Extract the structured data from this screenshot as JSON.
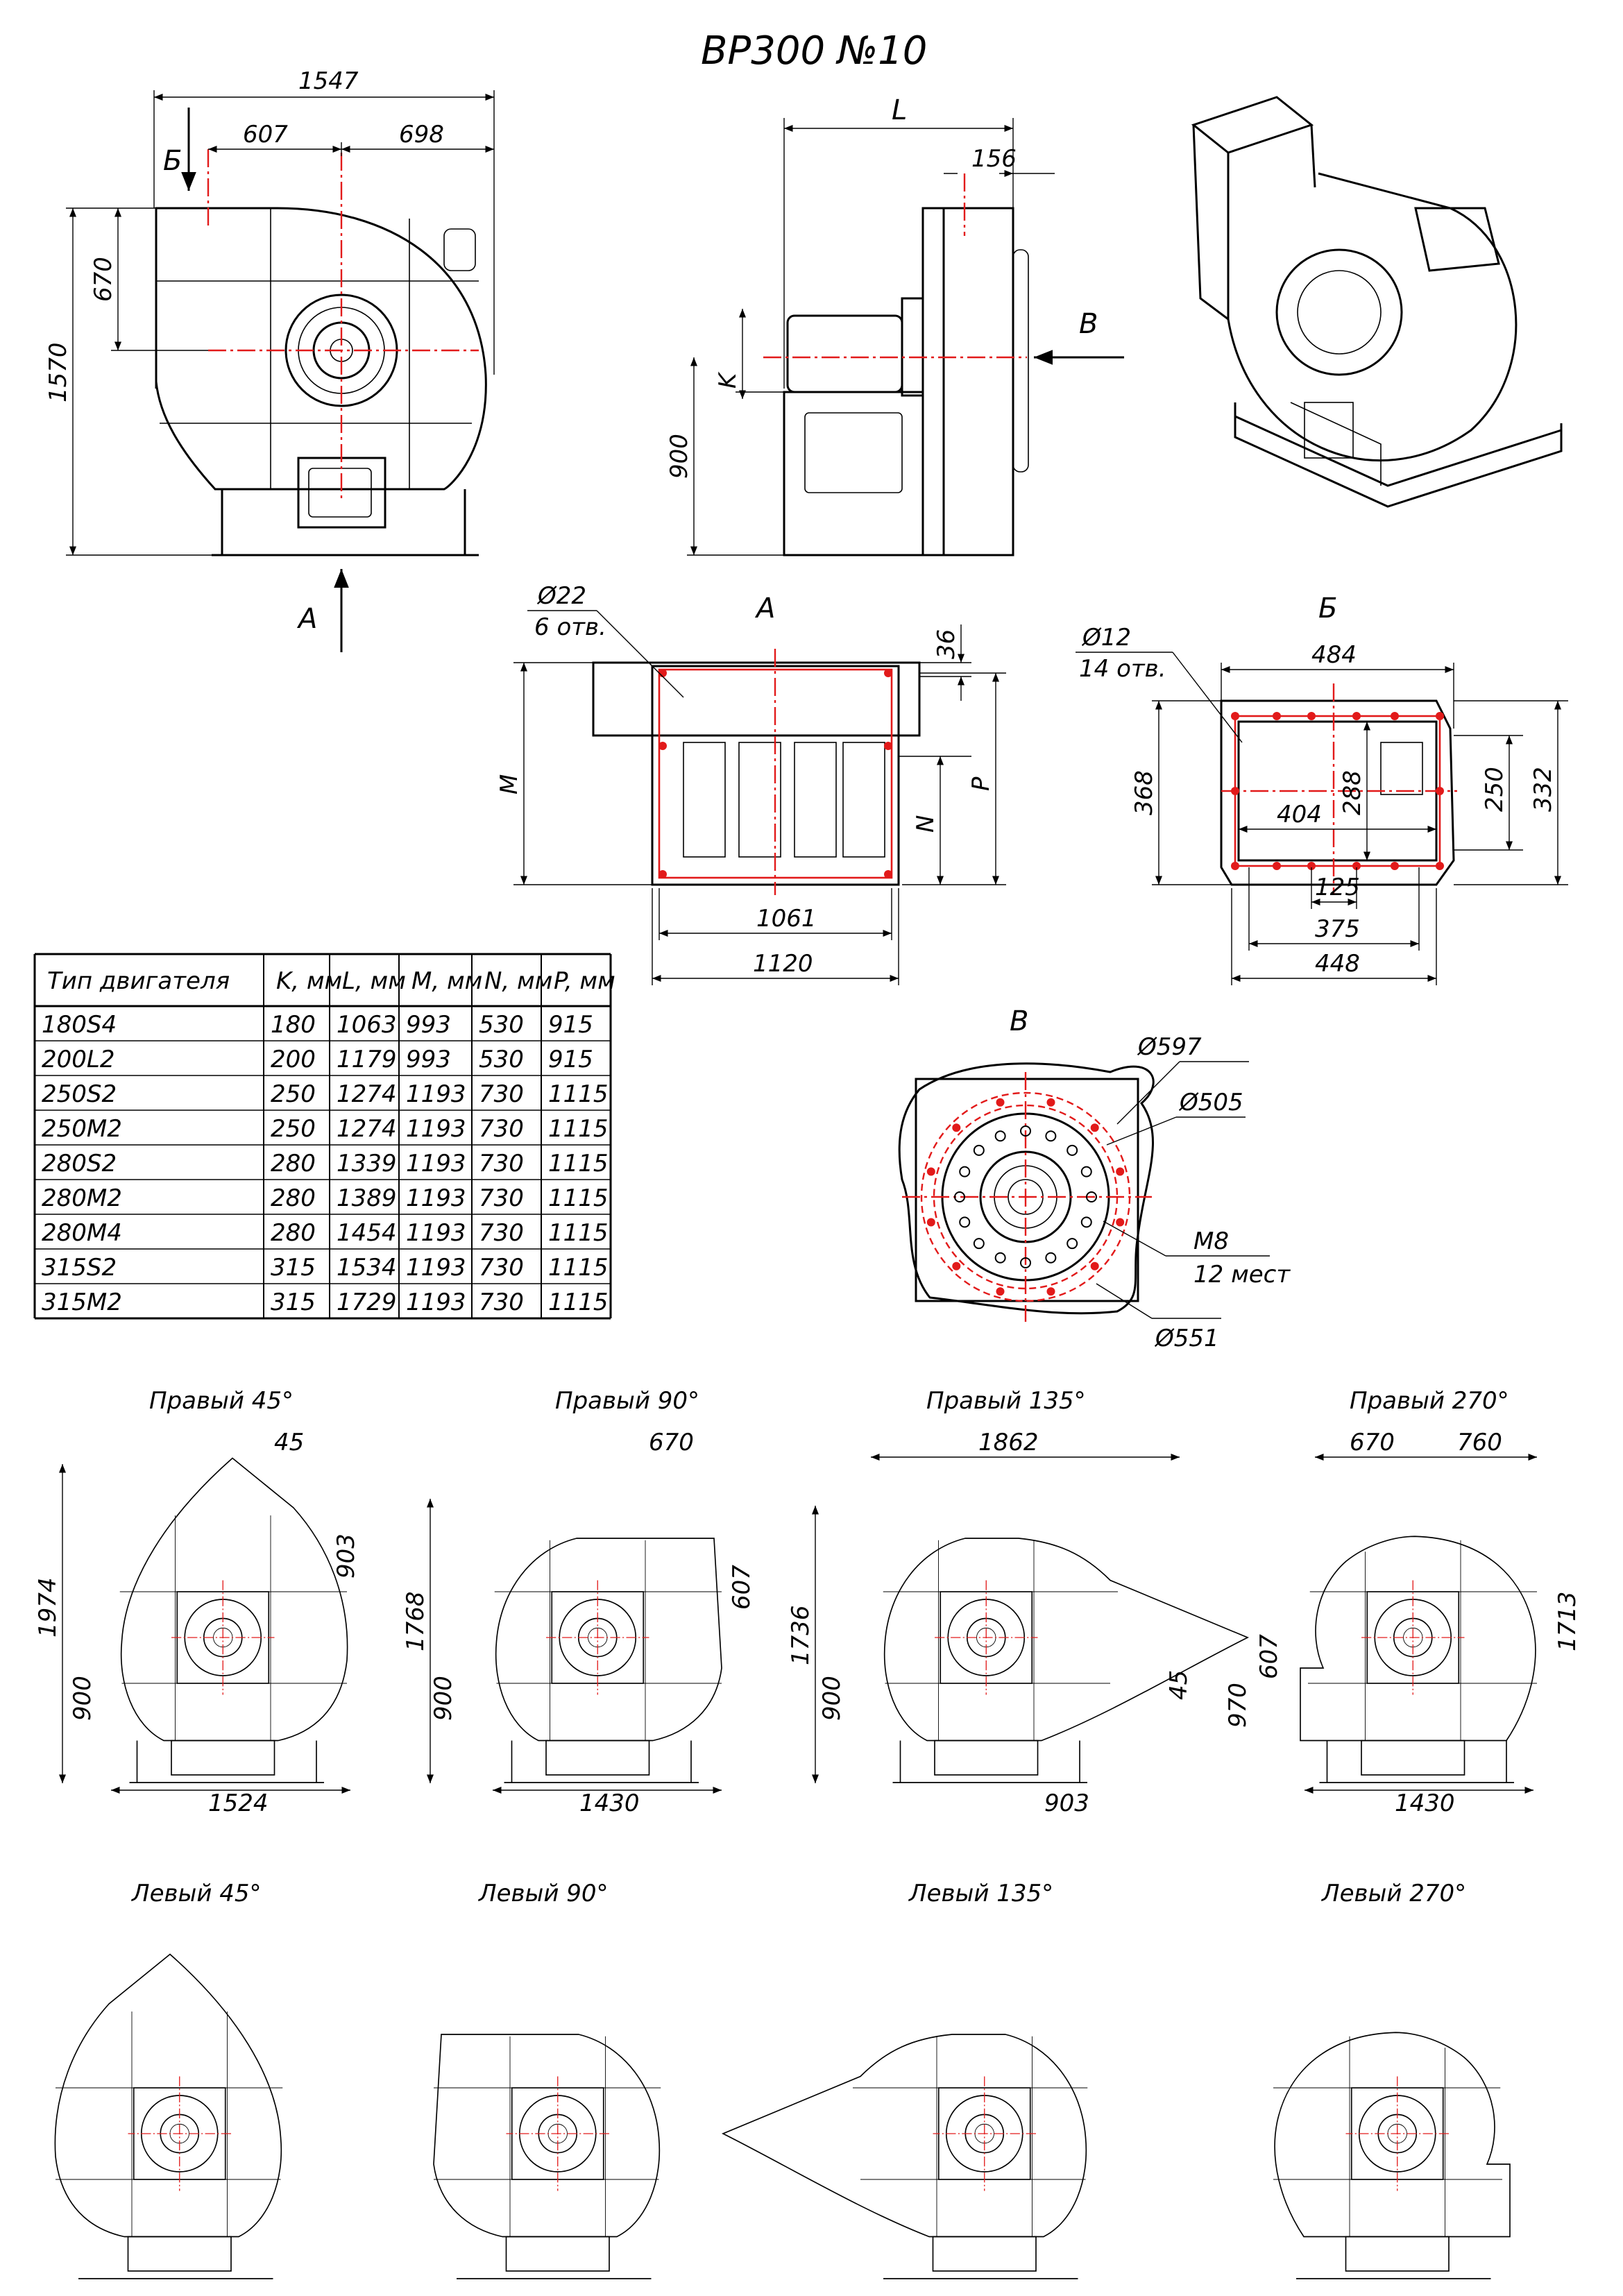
{
  "title": "ВР300 №10",
  "main_views": {
    "front": {
      "overall_width": "1547",
      "left_offset": "607",
      "right_offset": "698",
      "height": "1570",
      "inlet_height": "670",
      "arrow_b": "Б",
      "arrow_a": "А"
    },
    "side": {
      "length": "L",
      "flange": "156",
      "shaft_height": "900",
      "k": "K",
      "arrow_v": "В"
    }
  },
  "view_a": {
    "label": "А",
    "holes": "Ø22",
    "holes_count": "6 отв.",
    "dim_36": "36",
    "dim_m": "M",
    "dim_n": "N",
    "dim_p": "P",
    "dim_inner": "1061",
    "dim_outer": "1120"
  },
  "view_b": {
    "label": "Б",
    "holes": "Ø12",
    "holes_count": "14 отв.",
    "w_outer": "484",
    "w_inner": "404",
    "h_outer": "368",
    "h_inner": "288",
    "h_right1": "250",
    "h_right2": "332",
    "dim_125": "125",
    "dim_375": "375",
    "dim_448": "448"
  },
  "view_v": {
    "label": "В",
    "d1": "Ø597",
    "d2": "Ø505",
    "d3": "Ø551",
    "bolt": "M8",
    "bolt_count": "12 мест"
  },
  "motor_table": {
    "headers": [
      "Тип двигателя",
      "K, мм",
      "L, мм",
      "M, мм",
      "N, мм",
      "P, мм"
    ],
    "rows": [
      [
        "180S4",
        "180",
        "1063",
        "993",
        "530",
        "915"
      ],
      [
        "200L2",
        "200",
        "1179",
        "993",
        "530",
        "915"
      ],
      [
        "250S2",
        "250",
        "1274",
        "1193",
        "730",
        "1115"
      ],
      [
        "250M2",
        "250",
        "1274",
        "1193",
        "730",
        "1115"
      ],
      [
        "280S2",
        "280",
        "1339",
        "1193",
        "730",
        "1115"
      ],
      [
        "280M2",
        "280",
        "1389",
        "1193",
        "730",
        "1115"
      ],
      [
        "280M4",
        "280",
        "1454",
        "1193",
        "730",
        "1115"
      ],
      [
        "315S2",
        "315",
        "1534",
        "1193",
        "730",
        "1115"
      ],
      [
        "315M2",
        "315",
        "1729",
        "1193",
        "730",
        "1115"
      ]
    ]
  },
  "right_variants": [
    {
      "label": "Правый 45°",
      "d_top": "45",
      "d_right": "903",
      "d_height": "1974",
      "d_axis": "900",
      "d_width": "1524"
    },
    {
      "label": "Правый 90°",
      "d_top": "670",
      "d_right": "607",
      "d_height": "1768",
      "d_axis": "900",
      "d_width": "1430"
    },
    {
      "label": "Правый 135°",
      "d_top": "1862",
      "d_right": "45",
      "d_height": "1736",
      "d_axis": "900",
      "d_width": "903"
    },
    {
      "label": "Правый 270°",
      "d_top": "670",
      "d_top2": "760",
      "d_right": "1713",
      "d_height": "970",
      "d_axis": "607",
      "d_width": "1430"
    }
  ],
  "left_variants": [
    {
      "label": "Левый 45°"
    },
    {
      "label": "Левый 90°"
    },
    {
      "label": "Левый 135°"
    },
    {
      "label": "Левый 270°"
    }
  ]
}
